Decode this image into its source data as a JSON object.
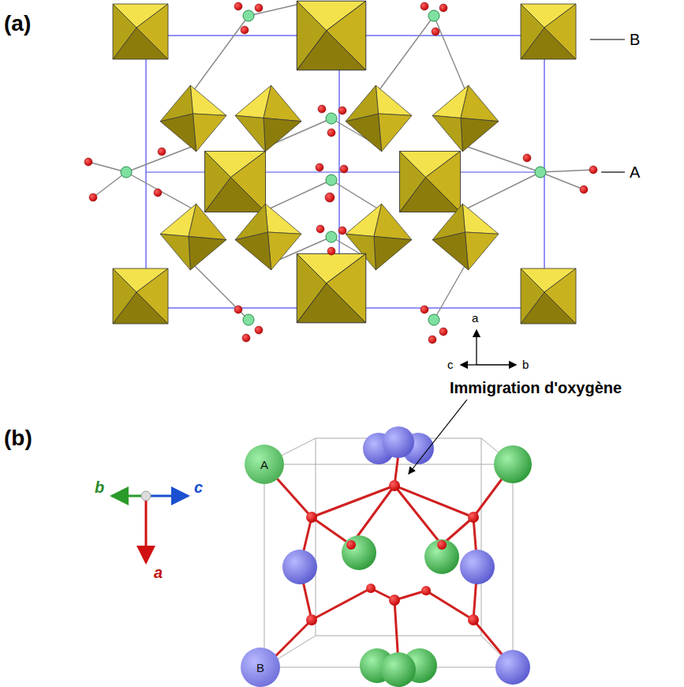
{
  "diagram": {
    "nodes": [
      {
        "text": [
          "A"
        ]
      },
      {
        "text": [
          "B"
        ]
      }
    ],
    "labels": [
      "(a)",
      "B",
      "A",
      "a",
      "c",
      "b",
      "Immigration d'oxygène",
      "(b)",
      "b",
      "c",
      "a"
    ]
  }
}
